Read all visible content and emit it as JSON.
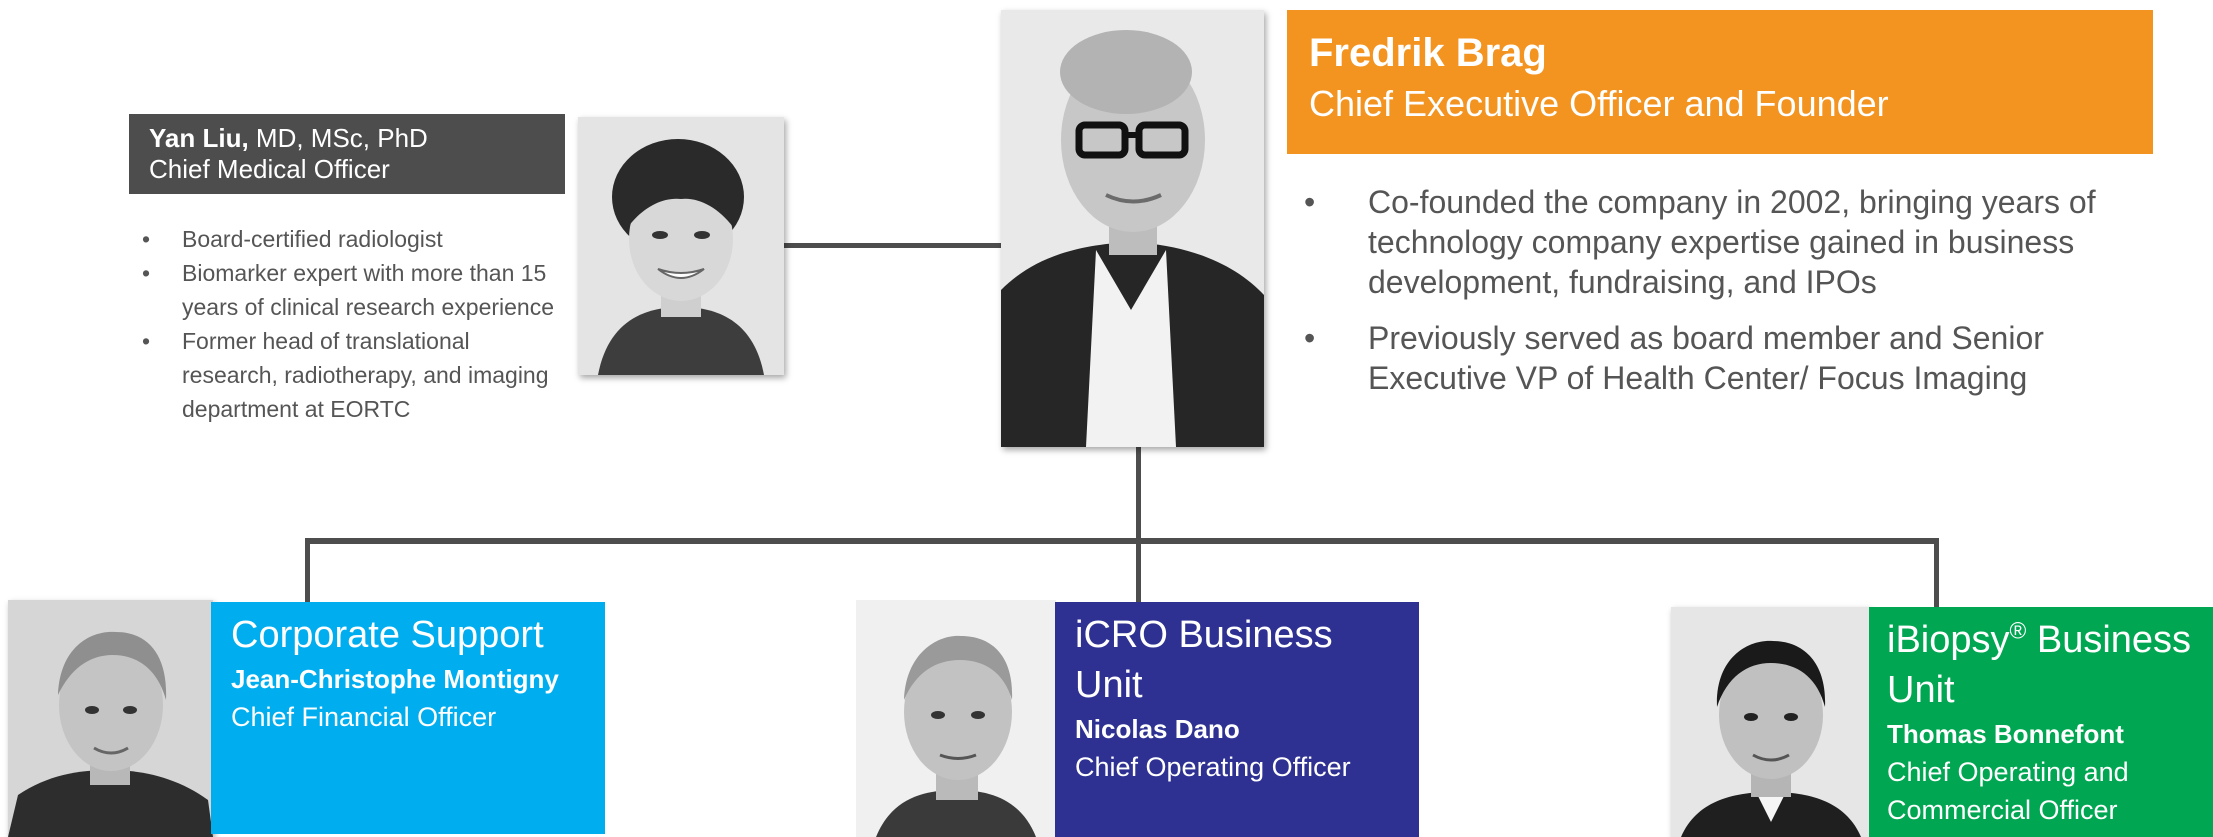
{
  "colors": {
    "orange": "#f39320",
    "cyan": "#00aeef",
    "navy": "#2e3192",
    "green": "#00a651",
    "dark_gray": "#4d4d4d",
    "text_gray": "#555555",
    "line": "#4d4d4d"
  },
  "ceo": {
    "name": "Fredrik Brag",
    "title": "Chief Executive Officer and Founder",
    "bullet_marker": "•",
    "bullets": [
      "Co-founded the company in 2002, bringing years of technology company expertise gained in business development, fundraising, and IPOs",
      "Previously served as board member and Senior Executive VP of Health Center/ Focus Imaging"
    ]
  },
  "cmo": {
    "name": "Yan Liu,",
    "credentials": " MD, MSc, PhD",
    "title": "Chief Medical Officer",
    "bullet_marker": "•",
    "bullets": [
      "Board-certified radiologist",
      "Biomarker expert with more than 15 years of clinical research experience",
      "Former head of translational research, radiotherapy, and imaging department at EORTC"
    ]
  },
  "units": [
    {
      "title": "Corporate Support",
      "person": "Jean-Christophe Montigny",
      "role": "Chief Financial Officer"
    },
    {
      "title": "iCRO Business Unit",
      "person": "Nicolas Dano",
      "role": "Chief Operating Officer"
    },
    {
      "title_main": "iBiopsy",
      "title_reg": "®",
      "title_rest": " Business Unit",
      "person": "Thomas Bonnefont",
      "role": "Chief Operating and Commercial Officer"
    }
  ]
}
